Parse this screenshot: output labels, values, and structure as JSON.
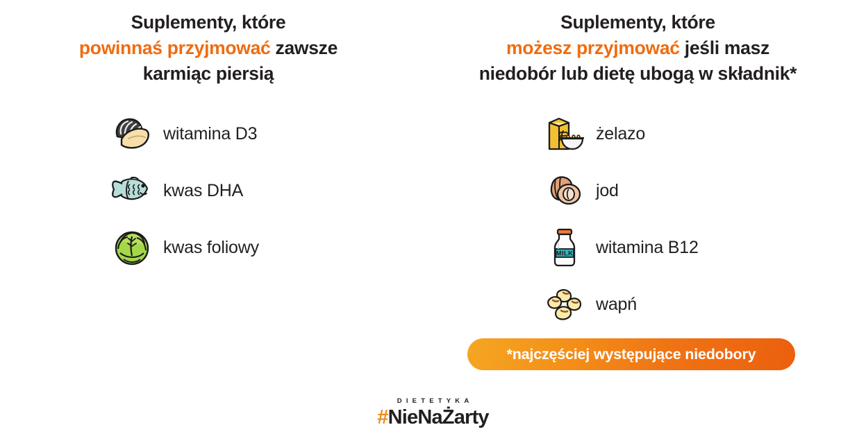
{
  "theme": {
    "background": "#ffffff",
    "text": "#231f20",
    "accent_orange": "#ef6c11",
    "badge_gradient_from": "#f5a623",
    "badge_gradient_to": "#ec5f0e",
    "logo_hash_orange": "#ef8a18"
  },
  "columns": {
    "left": {
      "heading": {
        "line1": "Suplementy, które",
        "line2_highlight": "powinnaś przyjmować",
        "line2_rest": " zawsze",
        "line3": "karmiąc piersią"
      },
      "items": [
        {
          "icon": "mussel-icon",
          "label": "witamina D3"
        },
        {
          "icon": "fish-icon",
          "label": "kwas DHA"
        },
        {
          "icon": "cabbage-icon",
          "label": "kwas foliowy"
        }
      ]
    },
    "right": {
      "heading": {
        "line1": "Suplementy, które",
        "line2_highlight": "możesz przyjmować",
        "line2_rest": " jeśli masz",
        "line3": "niedobór lub dietę ubogą w składnik*"
      },
      "items": [
        {
          "icon": "cereal-box-icon",
          "label": "żelazo"
        },
        {
          "icon": "hazelnut-icon",
          "label": "jod"
        },
        {
          "icon": "milk-bottle-icon",
          "label": "witamina B12"
        },
        {
          "icon": "cashew-nuts-icon",
          "label": "wapń"
        }
      ],
      "badge": "*najczęściej występujące niedobory"
    }
  },
  "footer": {
    "logo_top": "DIETETYKA",
    "logo_hash": "#",
    "logo_main": "NieNaŻarty"
  }
}
